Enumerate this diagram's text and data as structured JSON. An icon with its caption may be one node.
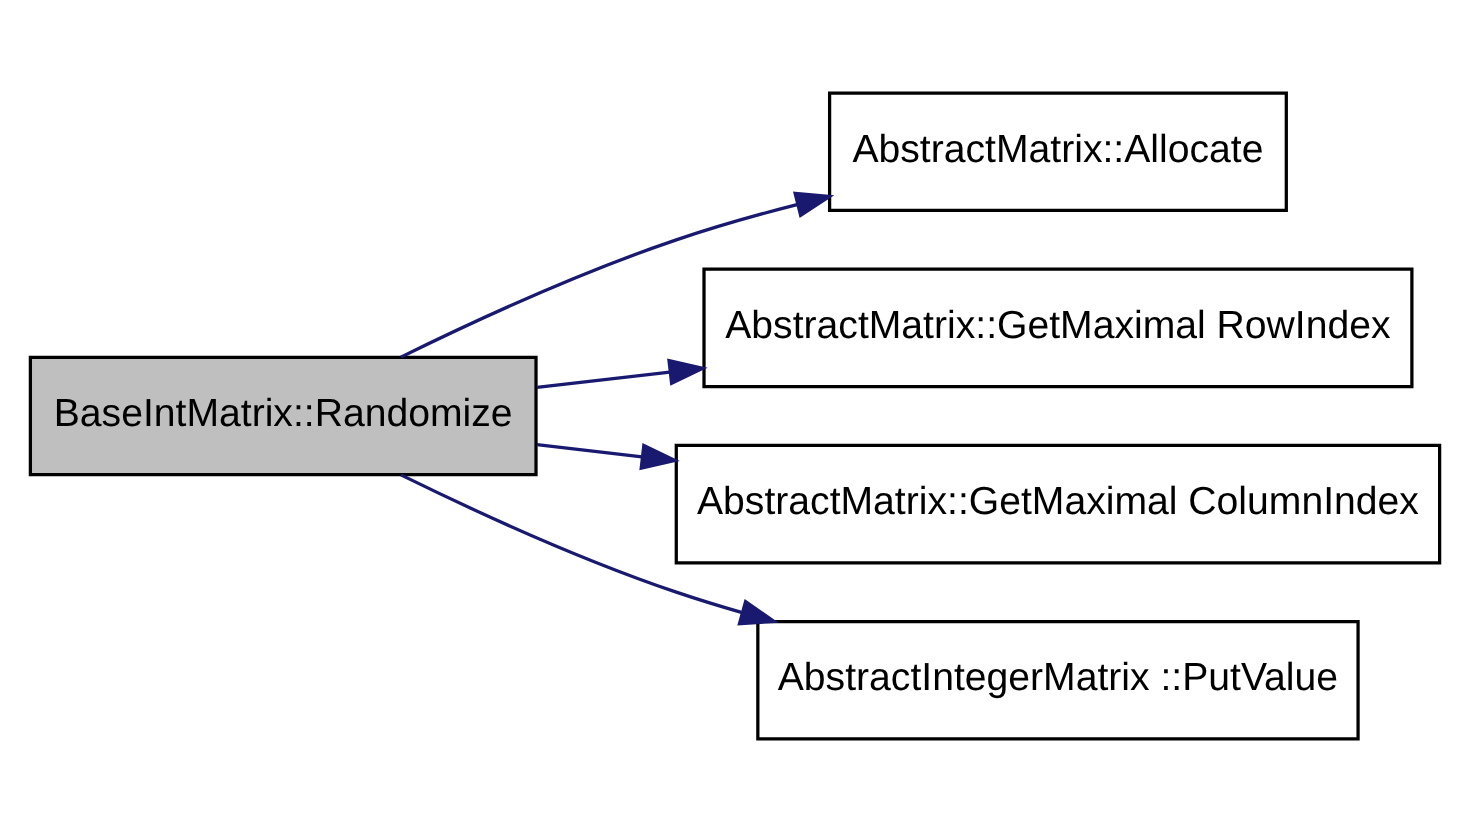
{
  "diagram": {
    "nodes": [
      {
        "text": [
          "BaseIntMatrix::Randomize"
        ]
      },
      {
        "text": [
          "AbstractMatrix::Allocate"
        ]
      },
      {
        "text": [
          "AbstractMatrix::GetMaximal RowIndex"
        ]
      },
      {
        "text": [
          "AbstractMatrix::GetMaximal ColumnIndex"
        ]
      },
      {
        "text": [
          "AbstractIntegerMatrix ::PutValue"
        ]
      }
    ],
    "edges": [
      {
        "from": 0,
        "to": 1,
        "arrow": "to"
      },
      {
        "from": 0,
        "to": 2,
        "arrow": "to"
      },
      {
        "from": 0,
        "to": 3,
        "arrow": "to"
      },
      {
        "from": 0,
        "to": 4,
        "arrow": "to"
      }
    ]
  }
}
